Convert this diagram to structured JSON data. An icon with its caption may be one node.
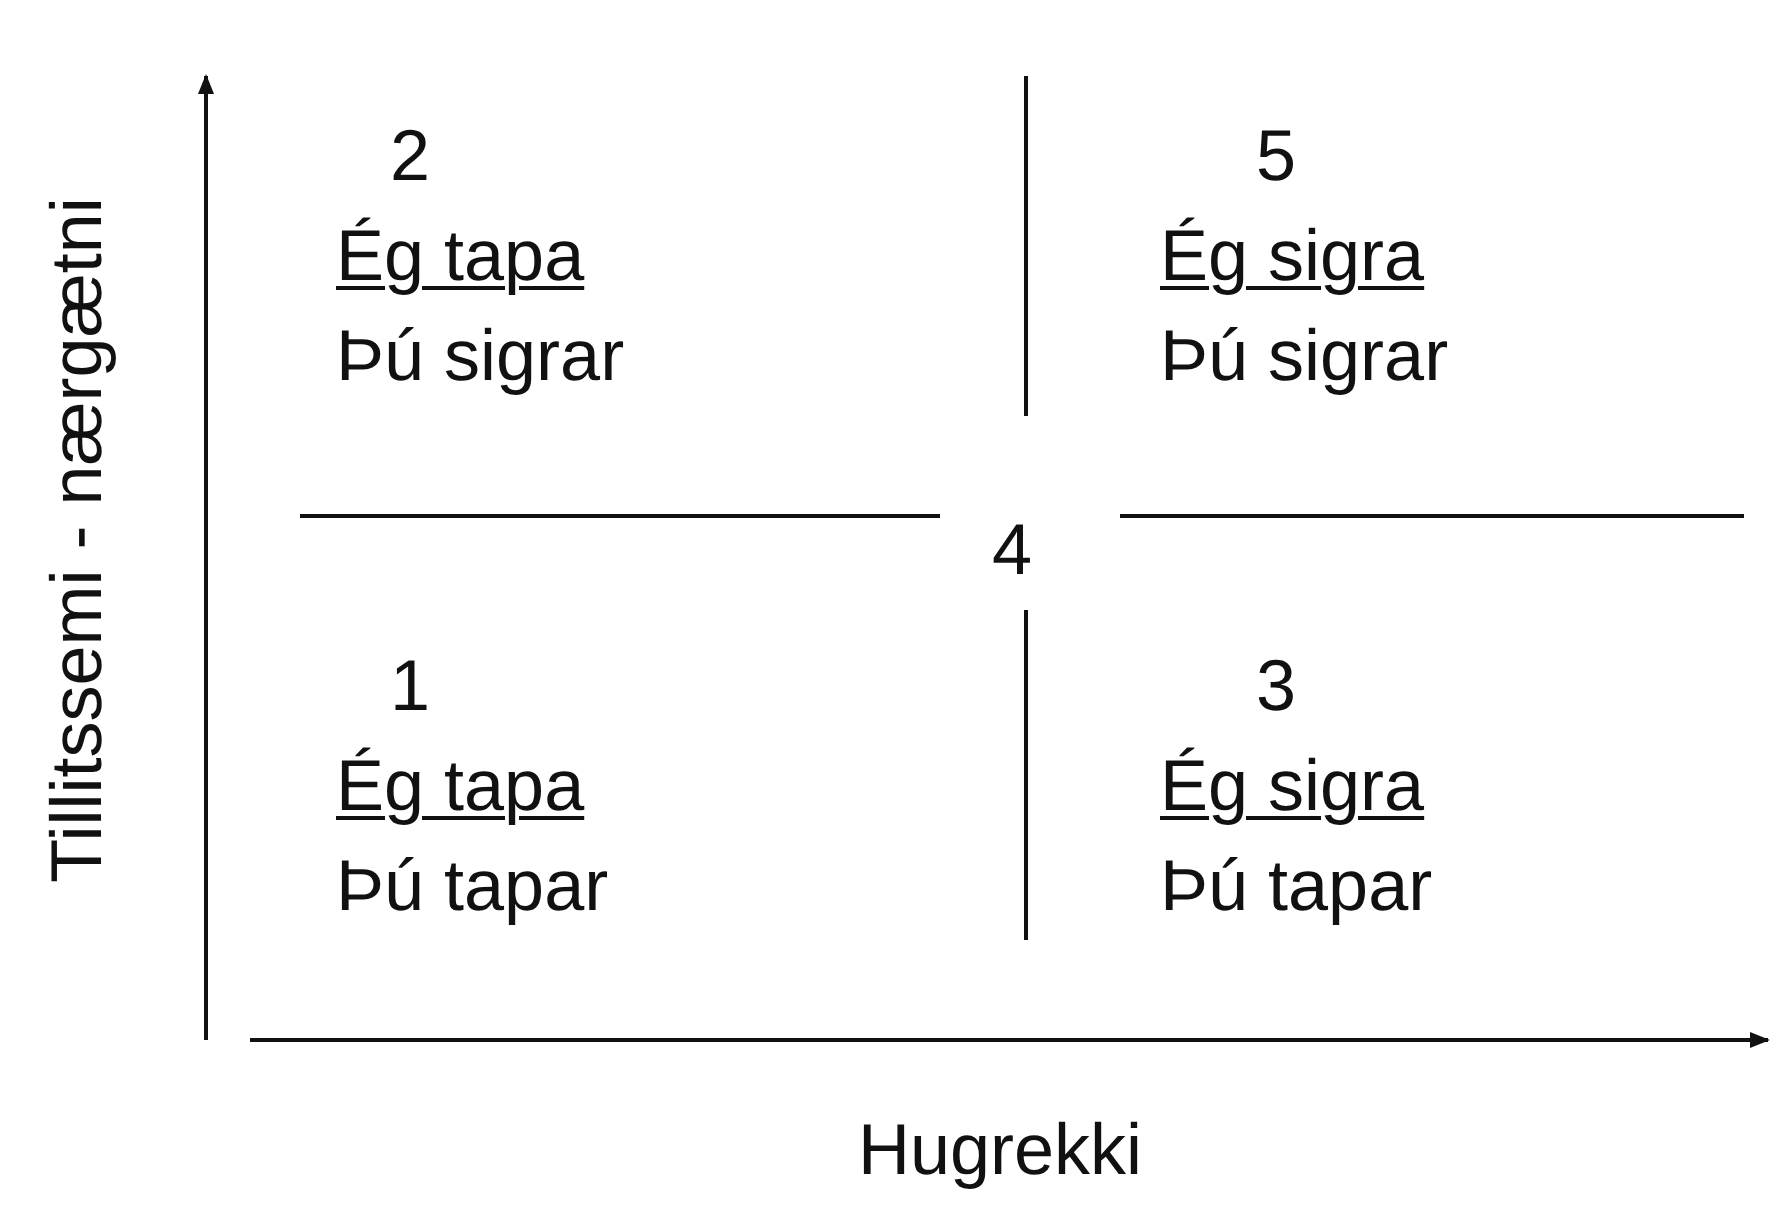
{
  "diagram": {
    "labels": [
      "Tillitssemi - nærgætni",
      "2",
      "Ég tapa",
      "Þú sigrar",
      "5",
      "Ég sigra",
      "Þú sigrar",
      "4",
      "1",
      "Ég tapa",
      "Þú tapar",
      "3",
      "Ég sigra",
      "Þú tapar",
      "Hugrekki"
    ]
  }
}
